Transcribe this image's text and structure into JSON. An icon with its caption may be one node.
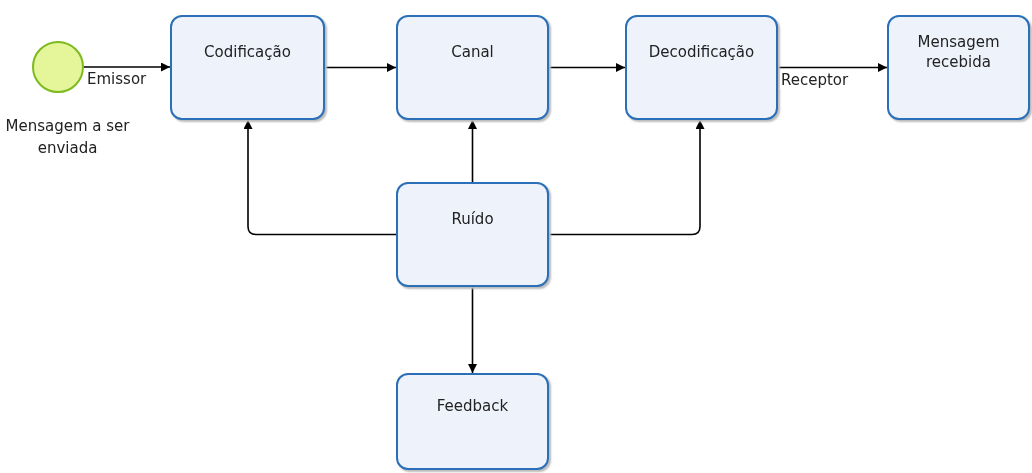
{
  "diagram": {
    "nodes": [
      {
        "text": [],
        "shape": "circle",
        "beside": [
          "Mensagem a ser enviada"
        ]
      },
      {
        "text": [
          "Codificação"
        ]
      },
      {
        "text": [
          "Canal"
        ]
      },
      {
        "text": [
          "Decodificação"
        ]
      },
      {
        "text": [
          "Mensagem recebida"
        ]
      },
      {
        "text": [
          "Ruído"
        ]
      },
      {
        "text": [
          "Feedback"
        ]
      }
    ],
    "edges": [
      {
        "from": 0,
        "to": 1,
        "arrow": "to",
        "label": "Emissor"
      },
      {
        "from": 1,
        "to": 2,
        "arrow": "to"
      },
      {
        "from": 2,
        "to": 3,
        "arrow": "to"
      },
      {
        "from": 3,
        "to": 4,
        "arrow": "to",
        "label": "Receptor"
      },
      {
        "from": 5,
        "to": 1,
        "arrow": "to"
      },
      {
        "from": 5,
        "to": 2,
        "arrow": "to"
      },
      {
        "from": 5,
        "to": 3,
        "arrow": "to"
      },
      {
        "from": 5,
        "to": 6,
        "arrow": "to"
      }
    ]
  }
}
